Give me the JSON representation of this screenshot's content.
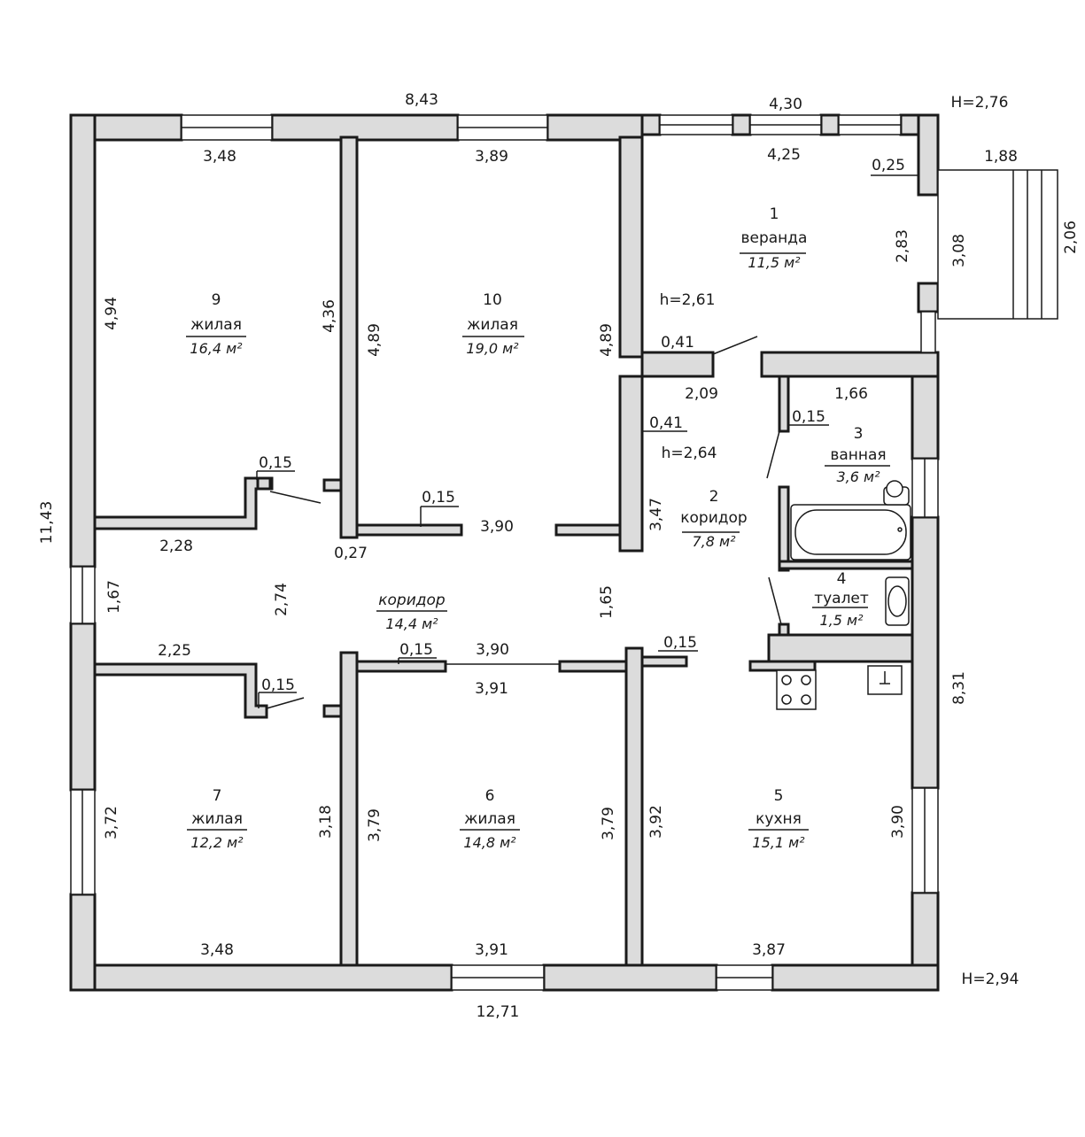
{
  "height_labels": {
    "top": "H=2,76",
    "bottom": "H=2,94"
  },
  "outer_dims": {
    "top_left": "8,43",
    "top_right": "4,30",
    "bottom": "12,71",
    "left": "11,43",
    "right": "8,31"
  },
  "porch": {
    "width": "1,88",
    "height": "2,06"
  },
  "rooms": {
    "r1": {
      "number": "1",
      "name": "веранда",
      "area": "11,5 м²"
    },
    "r2": {
      "number": "2",
      "name": "коридор",
      "area": "7,8 м²"
    },
    "r3": {
      "number": "3",
      "name": "ванная",
      "area": "3,6 м²"
    },
    "r4": {
      "number": "4",
      "name": "туалет",
      "area": "1,5 м²"
    },
    "r5": {
      "number": "5",
      "name": "кухня",
      "area": "15,1 м²"
    },
    "r6": {
      "number": "6",
      "name": "жилая",
      "area": "14,8 м²"
    },
    "r7": {
      "number": "7",
      "name": "жилая",
      "area": "12,2 м²"
    },
    "r9": {
      "number": "9",
      "name": "жилая",
      "area": "16,4 м²"
    },
    "r10": {
      "number": "10",
      "name": "жилая",
      "area": "19,0 м²"
    },
    "corridor": {
      "name": "коридор",
      "area": "14,4 м²"
    }
  },
  "inner_dims": {
    "r9_top": "3,48",
    "r9_left": "4,94",
    "r9_right": "4,36",
    "r9_bottom": "2,28",
    "r9_niche": "0,15",
    "r10_top": "3,89",
    "r10_left": "4,89",
    "r10_right": "4,89",
    "r10_bottom": "3,90",
    "r10_niche": "0,15",
    "r1_top": "4,25",
    "r1_jamb": "0,25",
    "r1_right": "2,83",
    "r1_door": "3,08",
    "r1_h": "h=2,61",
    "r1_wall": "0,41",
    "r2_top": "2,09",
    "r2_wall": "0,41",
    "r2_h": "h=2,64",
    "r2_right": "3,47",
    "r3_top": "1,66",
    "r3_wall": "0,15",
    "corr_wall": "0,27",
    "corr_left": "1,67",
    "corr_mid": "2,74",
    "corr_right": "1,65",
    "r7_top": "2,25",
    "r7_niche": "0,15",
    "r7_left": "3,72",
    "r7_right": "3,18",
    "r7_bottom": "3,48",
    "r6_top_inner": "3,90",
    "r6_niche": "0,15",
    "r6_top": "3,91",
    "r6_left": "3,79",
    "r6_right": "3,79",
    "r6_bottom": "3,91",
    "r5_niche": "0,15",
    "r5_left": "3,92",
    "r5_right": "3,90",
    "r5_bottom": "3,87"
  }
}
